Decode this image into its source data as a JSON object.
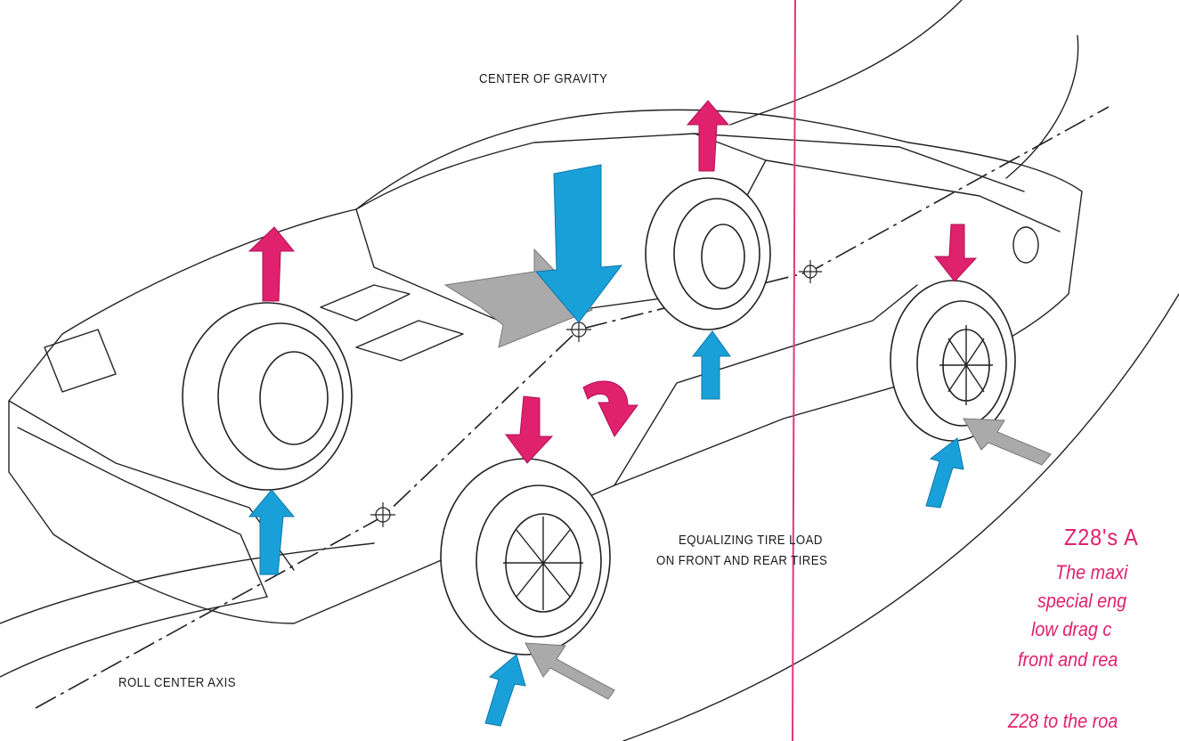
{
  "labels": {
    "center_of_gravity": "CENTER OF GRAVITY",
    "equalizing_line1": "EQUALIZING TIRE LOAD",
    "equalizing_line2": "ON FRONT AND REAR TIRES",
    "roll_center_axis": "ROLL CENTER AXIS"
  },
  "sidebar_text": {
    "title": "Z28's A",
    "lines": [
      "The maxi",
      "special eng",
      "low drag c",
      "front and rea",
      "Z28 to the roa"
    ]
  },
  "colors": {
    "pink": "#e0216e",
    "blue": "#1aa0d8",
    "gray": "#a9aaa9",
    "ink": "#222222",
    "fold_line": "#e2367e"
  }
}
